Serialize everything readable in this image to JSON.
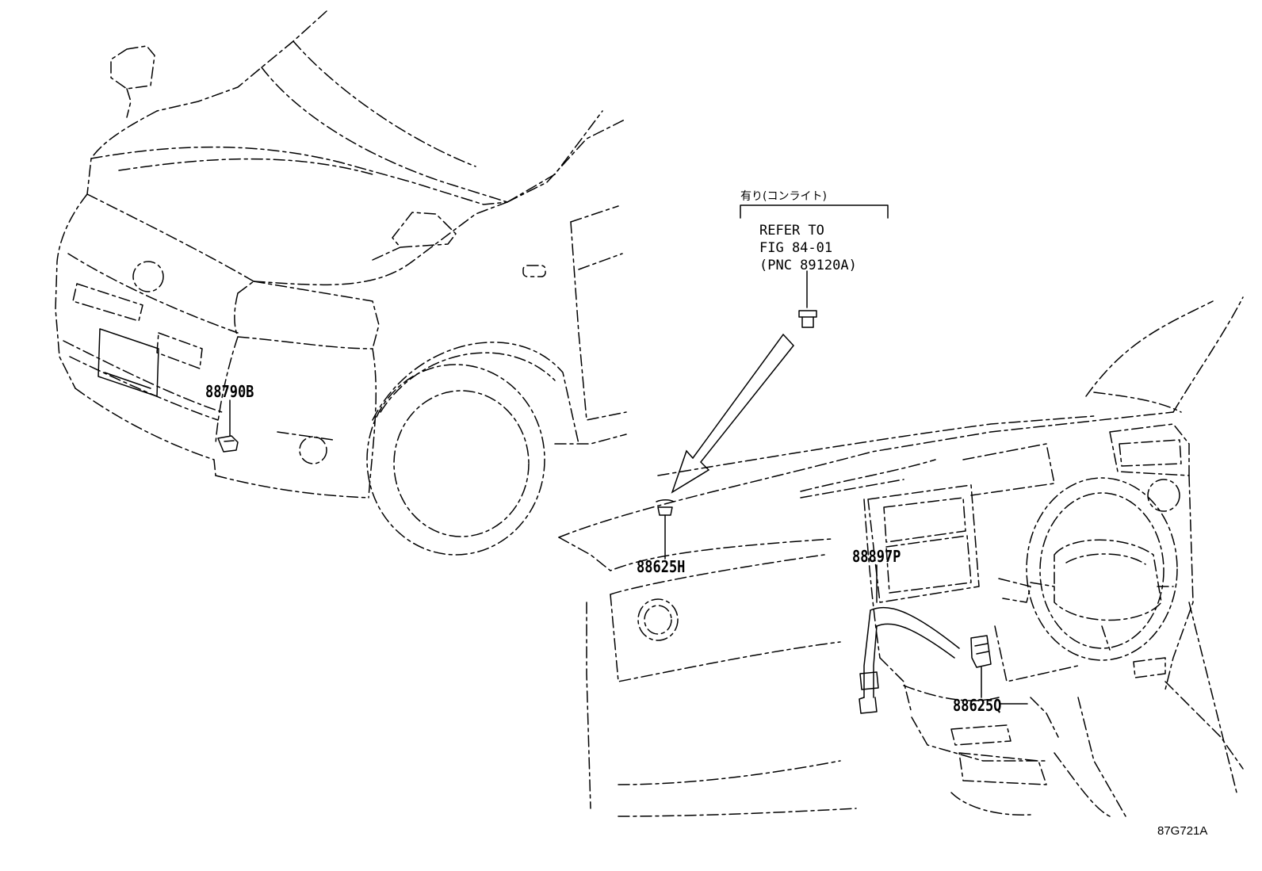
{
  "diagram": {
    "note_header_jp": "有り(コンライト)",
    "note_lines": [
      "REFER TO",
      "FIG 84-01",
      "(PNC 89120A)"
    ],
    "part_labels": {
      "p88790B": "88790B",
      "p88625H": "88625H",
      "p88897P": "88897P",
      "p88625Q": "88625Q"
    },
    "figure_id": "87G721A"
  }
}
